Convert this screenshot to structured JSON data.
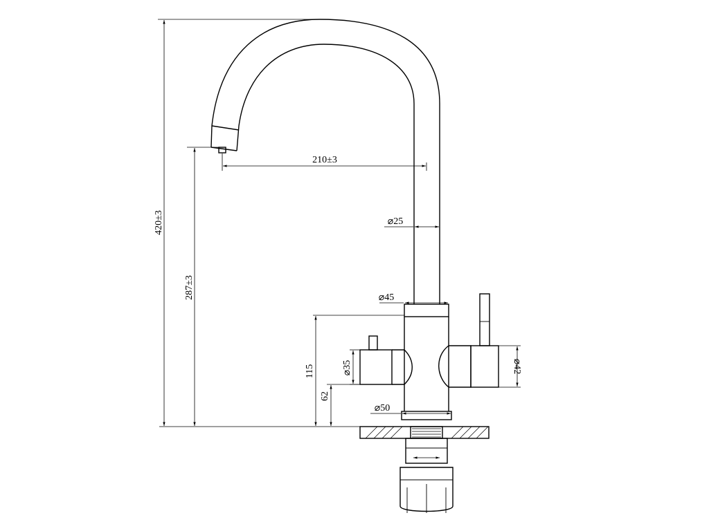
{
  "dimensions": {
    "total_height": "420±3",
    "spout_height": "287±3",
    "spout_reach": "210±3",
    "spout_diameter": "⌀25",
    "body_diameter": "⌀45",
    "body_height": "115",
    "handle_height": "62",
    "left_handle_diameter": "⌀35",
    "right_handle_diameter": "⌀42",
    "base_diameter": "⌀50"
  }
}
